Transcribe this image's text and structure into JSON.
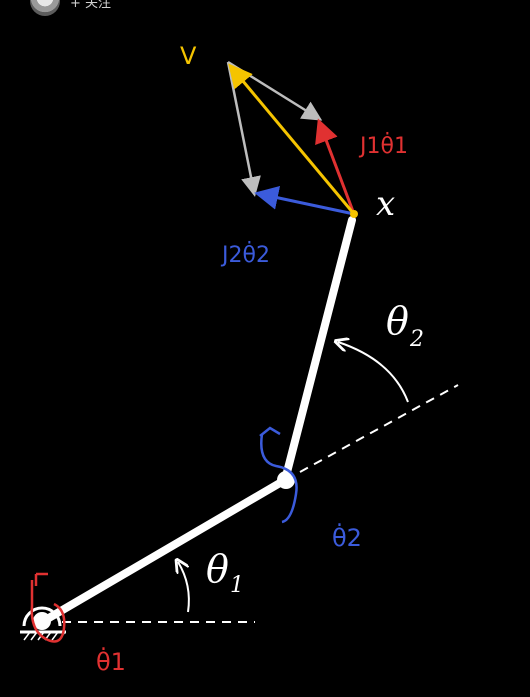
{
  "header": {
    "text": "+ 关注"
  },
  "labels": {
    "velocity": "V",
    "j1_term": "J1θ̇1",
    "j2_term": "J2θ̇2",
    "end_effector": "x",
    "theta1": "θ",
    "theta1_sub": "1",
    "theta2": "θ",
    "theta2_sub": "2",
    "theta1_dot": "θ̇1",
    "theta2_dot": "θ̇2"
  },
  "colors": {
    "background": "#000000",
    "link": "#ffffff",
    "velocity": "#f5c400",
    "j1_term": "#e03131",
    "j2_term": "#3b5bdb",
    "helper": "#bdbdbd"
  }
}
